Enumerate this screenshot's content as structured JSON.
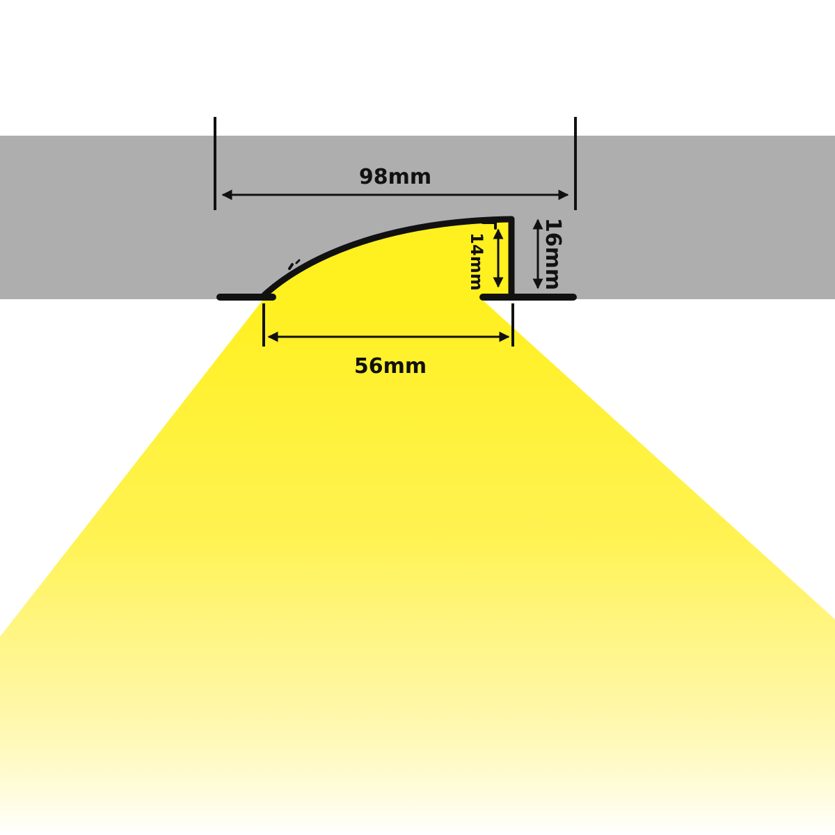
{
  "colors": {
    "background": "#ffffff",
    "ceiling": "#aeaeae",
    "light": "#fff01f",
    "profile": "#111111",
    "dimension_lines": "#111111"
  },
  "dimensions": {
    "overall_width": "98mm",
    "opening_width": "56mm",
    "overall_height": "16mm",
    "inner_height": "14mm"
  }
}
